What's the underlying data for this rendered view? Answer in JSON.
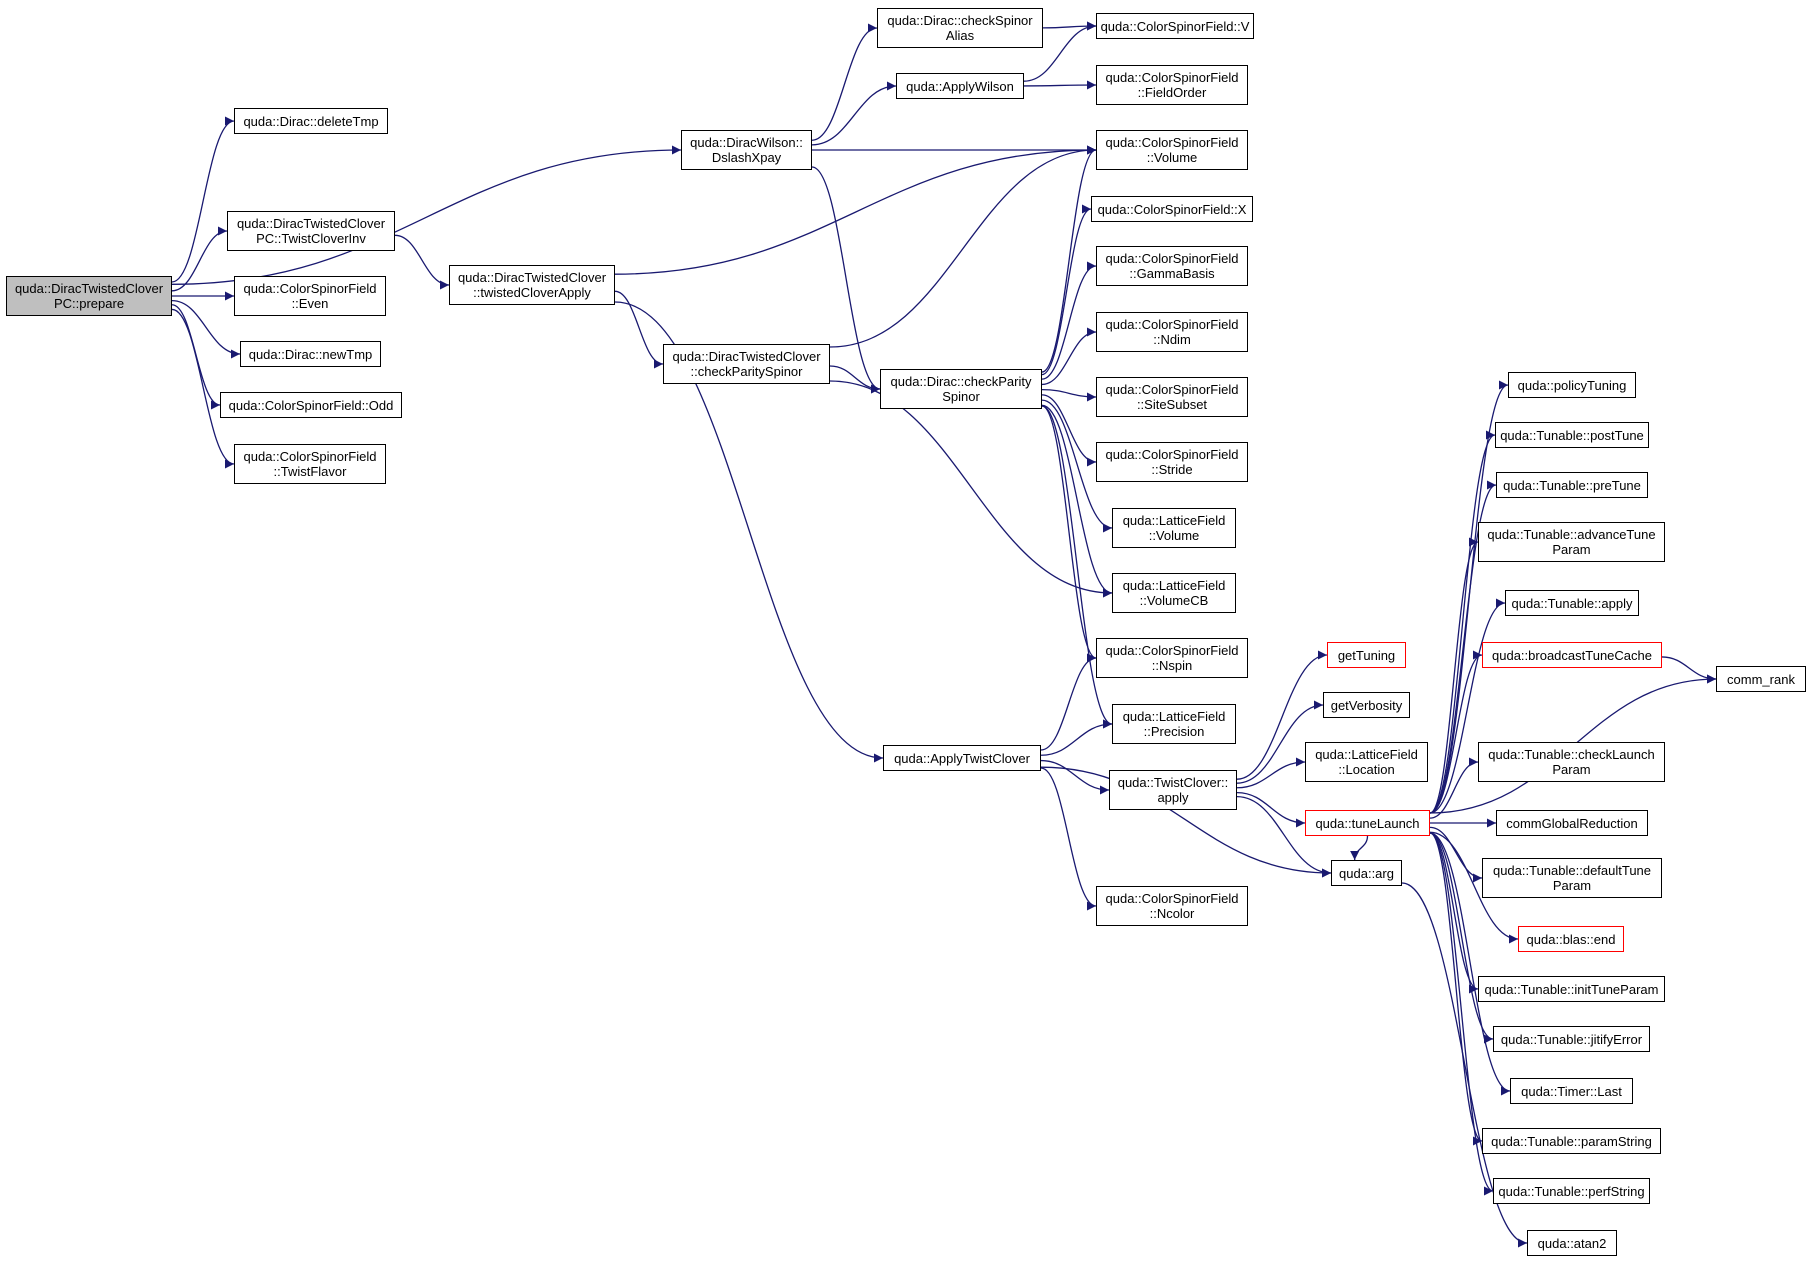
{
  "colors": {
    "edge": "#191970",
    "root_fill": "#bfbfbf",
    "red_border": "#ff0000"
  },
  "nodes": [
    {
      "id": "prepare",
      "lines": [
        "quda::DiracTwistedClover",
        "PC::prepare"
      ],
      "style": "root"
    },
    {
      "id": "deleteTmp",
      "lines": [
        "quda::Dirac::deleteTmp"
      ]
    },
    {
      "id": "twistCloverInv",
      "lines": [
        "quda::DiracTwistedClover",
        "PC::TwistCloverInv"
      ]
    },
    {
      "id": "even",
      "lines": [
        "quda::ColorSpinorField",
        "::Even"
      ]
    },
    {
      "id": "newTmp",
      "lines": [
        "quda::Dirac::newTmp"
      ]
    },
    {
      "id": "odd",
      "lines": [
        "quda::ColorSpinorField::Odd"
      ]
    },
    {
      "id": "twistFlavor",
      "lines": [
        "quda::ColorSpinorField",
        "::TwistFlavor"
      ]
    },
    {
      "id": "dslashXpay",
      "lines": [
        "quda::DiracWilson::",
        "DslashXpay"
      ]
    },
    {
      "id": "twistedCloverApply",
      "lines": [
        "quda::DiracTwistedClover",
        "::twistedCloverApply"
      ]
    },
    {
      "id": "checkParityTC",
      "lines": [
        "quda::DiracTwistedClover",
        "::checkParitySpinor"
      ]
    },
    {
      "id": "applyTwistClover",
      "lines": [
        "quda::ApplyTwistClover"
      ]
    },
    {
      "id": "checkSpinorAlias",
      "lines": [
        "quda::Dirac::checkSpinor",
        "Alias"
      ]
    },
    {
      "id": "applyWilson",
      "lines": [
        "quda::ApplyWilson"
      ]
    },
    {
      "id": "checkParity",
      "lines": [
        "quda::Dirac::checkParity",
        "Spinor"
      ]
    },
    {
      "id": "csfV",
      "lines": [
        "quda::ColorSpinorField::V"
      ]
    },
    {
      "id": "fieldOrder",
      "lines": [
        "quda::ColorSpinorField",
        "::FieldOrder"
      ]
    },
    {
      "id": "csfVolume",
      "lines": [
        "quda::ColorSpinorField",
        "::Volume"
      ]
    },
    {
      "id": "csfX",
      "lines": [
        "quda::ColorSpinorField::X"
      ]
    },
    {
      "id": "gammaBasis",
      "lines": [
        "quda::ColorSpinorField",
        "::GammaBasis"
      ]
    },
    {
      "id": "ndim",
      "lines": [
        "quda::ColorSpinorField",
        "::Ndim"
      ]
    },
    {
      "id": "siteSubset",
      "lines": [
        "quda::ColorSpinorField",
        "::SiteSubset"
      ]
    },
    {
      "id": "stride",
      "lines": [
        "quda::ColorSpinorField",
        "::Stride"
      ]
    },
    {
      "id": "lfVolume",
      "lines": [
        "quda::LatticeField",
        "::Volume"
      ]
    },
    {
      "id": "lfVolumeCB",
      "lines": [
        "quda::LatticeField",
        "::VolumeCB"
      ]
    },
    {
      "id": "nspin",
      "lines": [
        "quda::ColorSpinorField",
        "::Nspin"
      ]
    },
    {
      "id": "precision",
      "lines": [
        "quda::LatticeField",
        "::Precision"
      ]
    },
    {
      "id": "twistCloverApply",
      "lines": [
        "quda::TwistClover::",
        "apply"
      ]
    },
    {
      "id": "ncolor",
      "lines": [
        "quda::ColorSpinorField",
        "::Ncolor"
      ]
    },
    {
      "id": "getTuning",
      "lines": [
        "getTuning"
      ],
      "style": "red"
    },
    {
      "id": "getVerbosity",
      "lines": [
        "getVerbosity"
      ]
    },
    {
      "id": "location",
      "lines": [
        "quda::LatticeField",
        "::Location"
      ]
    },
    {
      "id": "tuneLaunch",
      "lines": [
        "quda::tuneLaunch"
      ],
      "style": "red"
    },
    {
      "id": "arg",
      "lines": [
        "quda::arg"
      ]
    },
    {
      "id": "policyTuning",
      "lines": [
        "quda::policyTuning"
      ]
    },
    {
      "id": "postTune",
      "lines": [
        "quda::Tunable::postTune"
      ]
    },
    {
      "id": "preTune",
      "lines": [
        "quda::Tunable::preTune"
      ]
    },
    {
      "id": "advanceTuneParam",
      "lines": [
        "quda::Tunable::advanceTune",
        "Param"
      ]
    },
    {
      "id": "tunableApply",
      "lines": [
        "quda::Tunable::apply"
      ]
    },
    {
      "id": "broadcastTuneCache",
      "lines": [
        "quda::broadcastTuneCache"
      ],
      "style": "red"
    },
    {
      "id": "commRank",
      "lines": [
        "comm_rank"
      ]
    },
    {
      "id": "checkLaunchParam",
      "lines": [
        "quda::Tunable::checkLaunch",
        "Param"
      ]
    },
    {
      "id": "commGlobalReduction",
      "lines": [
        "commGlobalReduction"
      ]
    },
    {
      "id": "defaultTuneParam",
      "lines": [
        "quda::Tunable::defaultTune",
        "Param"
      ]
    },
    {
      "id": "blasEnd",
      "lines": [
        "quda::blas::end"
      ],
      "style": "red"
    },
    {
      "id": "initTuneParam",
      "lines": [
        "quda::Tunable::initTuneParam"
      ]
    },
    {
      "id": "jitifyError",
      "lines": [
        "quda::Tunable::jitifyError"
      ]
    },
    {
      "id": "timerLast",
      "lines": [
        "quda::Timer::Last"
      ]
    },
    {
      "id": "paramString",
      "lines": [
        "quda::Tunable::paramString"
      ]
    },
    {
      "id": "perfString",
      "lines": [
        "quda::Tunable::perfString"
      ]
    },
    {
      "id": "atan2",
      "lines": [
        "quda::atan2"
      ]
    }
  ],
  "edges": [
    [
      "prepare",
      "deleteTmp"
    ],
    [
      "prepare",
      "dslashXpay"
    ],
    [
      "prepare",
      "twistCloverInv"
    ],
    [
      "prepare",
      "even"
    ],
    [
      "prepare",
      "newTmp"
    ],
    [
      "prepare",
      "odd"
    ],
    [
      "prepare",
      "twistFlavor"
    ],
    [
      "twistCloverInv",
      "twistedCloverApply"
    ],
    [
      "dslashXpay",
      "checkSpinorAlias"
    ],
    [
      "dslashXpay",
      "applyWilson"
    ],
    [
      "dslashXpay",
      "csfVolume"
    ],
    [
      "dslashXpay",
      "checkParity"
    ],
    [
      "checkSpinorAlias",
      "csfV"
    ],
    [
      "applyWilson",
      "csfV"
    ],
    [
      "applyWilson",
      "fieldOrder"
    ],
    [
      "twistedCloverApply",
      "csfVolume"
    ],
    [
      "twistedCloverApply",
      "checkParityTC"
    ],
    [
      "twistedCloverApply",
      "applyTwistClover"
    ],
    [
      "checkParityTC",
      "csfVolume"
    ],
    [
      "checkParityTC",
      "checkParity"
    ],
    [
      "checkParityTC",
      "lfVolumeCB"
    ],
    [
      "checkParity",
      "csfVolume"
    ],
    [
      "checkParity",
      "csfX"
    ],
    [
      "checkParity",
      "gammaBasis"
    ],
    [
      "checkParity",
      "ndim"
    ],
    [
      "checkParity",
      "siteSubset"
    ],
    [
      "checkParity",
      "stride"
    ],
    [
      "checkParity",
      "lfVolume"
    ],
    [
      "checkParity",
      "lfVolumeCB"
    ],
    [
      "checkParity",
      "nspin"
    ],
    [
      "checkParity",
      "precision"
    ],
    [
      "applyTwistClover",
      "nspin"
    ],
    [
      "applyTwistClover",
      "precision"
    ],
    [
      "applyTwistClover",
      "twistCloverApply"
    ],
    [
      "applyTwistClover",
      "arg"
    ],
    [
      "applyTwistClover",
      "ncolor"
    ],
    [
      "twistCloverApply",
      "getTuning"
    ],
    [
      "twistCloverApply",
      "getVerbosity"
    ],
    [
      "twistCloverApply",
      "location"
    ],
    [
      "twistCloverApply",
      "tuneLaunch"
    ],
    [
      "twistCloverApply",
      "arg"
    ],
    [
      "arg",
      "atan2"
    ],
    [
      "tuneLaunch",
      "policyTuning"
    ],
    [
      "tuneLaunch",
      "postTune"
    ],
    [
      "tuneLaunch",
      "preTune"
    ],
    [
      "tuneLaunch",
      "advanceTuneParam"
    ],
    [
      "tuneLaunch",
      "tunableApply"
    ],
    [
      "tuneLaunch",
      "broadcastTuneCache"
    ],
    [
      "tuneLaunch",
      "commRank"
    ],
    [
      "tuneLaunch",
      "checkLaunchParam"
    ],
    [
      "tuneLaunch",
      "commGlobalReduction"
    ],
    [
      "tuneLaunch",
      "defaultTuneParam"
    ],
    [
      "tuneLaunch",
      "blasEnd"
    ],
    [
      "tuneLaunch",
      "initTuneParam"
    ],
    [
      "tuneLaunch",
      "jitifyError"
    ],
    [
      "tuneLaunch",
      "timerLast"
    ],
    [
      "tuneLaunch",
      "paramString"
    ],
    [
      "tuneLaunch",
      "perfString"
    ],
    [
      "tuneLaunch",
      "arg"
    ],
    [
      "broadcastTuneCache",
      "commRank"
    ]
  ]
}
